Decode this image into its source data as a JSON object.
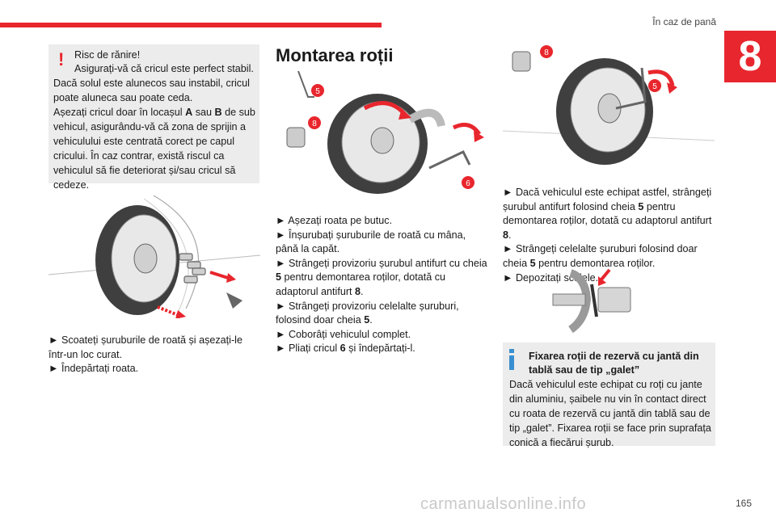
{
  "header": {
    "section_title": "În caz de pană",
    "chapter": "8"
  },
  "warning": {
    "heading_line1": "Risc de rănire!",
    "heading_line2": "Asigurați-vă că cricul este perfect stabil.",
    "body": "Dacă solul este alunecos sau instabil, cricul poate aluneca sau poate ceda.",
    "body2_pre": "Așezați cricul doar în locașul ",
    "loc_a": "A",
    "body2_mid": " sau ",
    "loc_b": "B",
    "body2_post": " de sub vehicul, asigurându-vă că zona de sprijin a vehiculului este centrată corect pe capul cricului. În caz contrar, există riscul ca vehiculul să fie deteriorat și/sau cricul să cedeze."
  },
  "left_steps": [
    "► Scoateți șuruburile de roată și așezați-le într-un loc curat.",
    "► Îndepărtați roata."
  ],
  "middle": {
    "title": "Montarea roții",
    "callouts": [
      "5",
      "8",
      "6"
    ],
    "step1": "► Așezați roata pe butuc.",
    "step2": "► Înșurubați șuruburile de roată cu mâna, până la capăt.",
    "step3_pre": "► Strângeți provizoriu șurubul antifurt cu cheia ",
    "step3_k": "5",
    "step3_mid": " pentru demontarea roților, dotată cu adaptorul antifurt ",
    "step3_a": "8",
    "step3_post": ".",
    "step4_pre": "► Strângeți provizoriu celelalte șuruburi, folosind doar cheia ",
    "step4_k": "5",
    "step4_post": ".",
    "step5": "► Coborâți vehiculul complet.",
    "step6_pre": "► Pliați cricul ",
    "step6_k": "6",
    "step6_post": " și îndepărtați-l."
  },
  "right": {
    "callouts": [
      "8",
      "5"
    ],
    "step1_pre": "► Dacă vehiculul este echipat astfel, strângeți șurubul antifurt folosind cheia ",
    "step1_k": "5",
    "step1_mid": " pentru demontarea roților, dotată cu adaptorul antifurt ",
    "step1_a": "8",
    "step1_post": ".",
    "step2_pre": "► Strângeți celelalte șuruburi folosind doar cheia ",
    "step2_k": "5",
    "step2_post": " pentru demontarea roților.",
    "step3": "► Depozitați sculele."
  },
  "info": {
    "heading": "Fixarea roții de rezervă cu jantă din tablă sau de tip „galet”",
    "body": "Dacă vehiculul este echipat cu roți cu jante din aluminiu, șaibele nu vin în contact direct cu roata de rezervă cu jantă din tablă sau de tip „galet”. Fixarea roții se face prin suprafața conică a fiecărui șurub."
  },
  "footer": {
    "page_number": "165",
    "watermark": "carmanualsonline.info"
  },
  "colors": {
    "accent": "#e8262d",
    "info_blue": "#3a8fd0",
    "box_bg": "#ececec"
  }
}
